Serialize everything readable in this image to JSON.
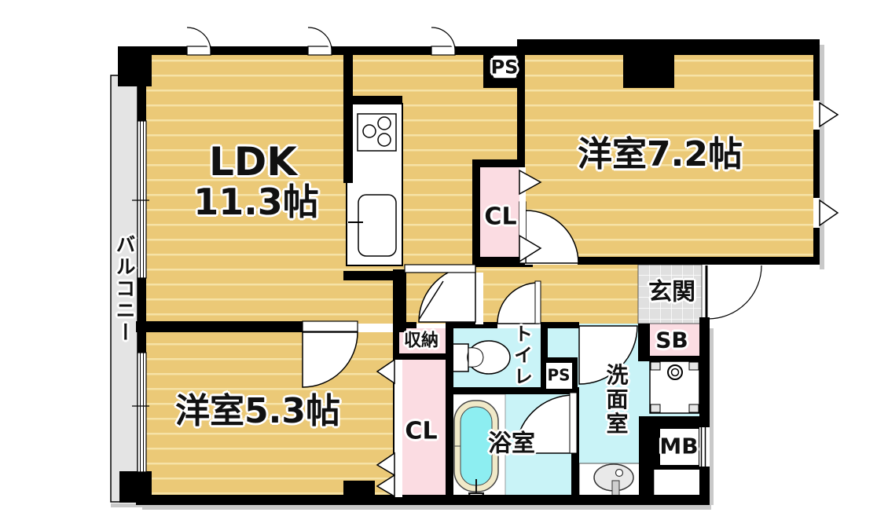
{
  "plan": {
    "type": "floorplan",
    "rooms": {
      "ldk": {
        "label": "LDK",
        "size": "11.3帖"
      },
      "western_7_2": {
        "label": "洋室7.2帖"
      },
      "western_5_3": {
        "label": "洋室5.3帖"
      },
      "balcony": {
        "label": "バルコニー"
      },
      "entrance": {
        "label": "玄関"
      },
      "shoe_box": {
        "label": "SB"
      },
      "storage": {
        "label": "収納"
      },
      "closet_upper": {
        "label": "CL"
      },
      "closet_lower": {
        "label": "CL"
      },
      "toilet": {
        "label": "トイレ"
      },
      "washroom": {
        "label": "洗面室"
      },
      "bathroom": {
        "label": "浴室"
      },
      "meter_box": {
        "label": "MB"
      },
      "pipe_space_upper": {
        "label": "PS"
      },
      "pipe_space_lower": {
        "label": "PS"
      }
    },
    "fixtures": [
      "kitchen-counter",
      "stove",
      "kitchen-sink",
      "toilet",
      "bathtub",
      "washbasin",
      "washer-pan",
      "drain"
    ],
    "colors": {
      "wall": "#000000",
      "floor": "#ebc977",
      "floor_stripe": "#f6e2a6",
      "closet_pink": "#fbdce2",
      "wet_area_cyan": "#c9f3f7",
      "tub_water": "#8deef1",
      "tub_rim": "#f0e9c8",
      "balcony_gray": "#e4e4e4",
      "entrance_tile": "#e0e0e0",
      "shadow_gray": "#c9c9c9"
    }
  }
}
